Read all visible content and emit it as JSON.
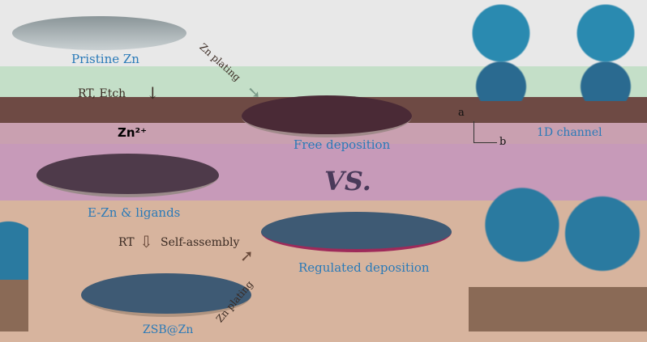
{
  "labels": {
    "pristine": "Pristine Zn",
    "plating_top": "Zn plating",
    "etch": "RT, Etch",
    "zn_ion": "Zn²⁺",
    "free": "Free deposition",
    "ezn": "E-Zn & ligands",
    "vs": "VS.",
    "rt": "RT",
    "self_assembly": "Self-assembly",
    "regulated": "Regulated deposition",
    "plating_bottom": "Zn plating",
    "zsb": "ZSB@Zn",
    "axis_a": "a",
    "axis_b": "b",
    "channel": "1D channel"
  },
  "colors": {
    "band1": "#e8e8e8",
    "band2": "#c4dfc8",
    "band3": "#6e4a44",
    "band4": "#c9a0b0",
    "band5": "#c79ab9",
    "band6": "#d7b49e"
  }
}
